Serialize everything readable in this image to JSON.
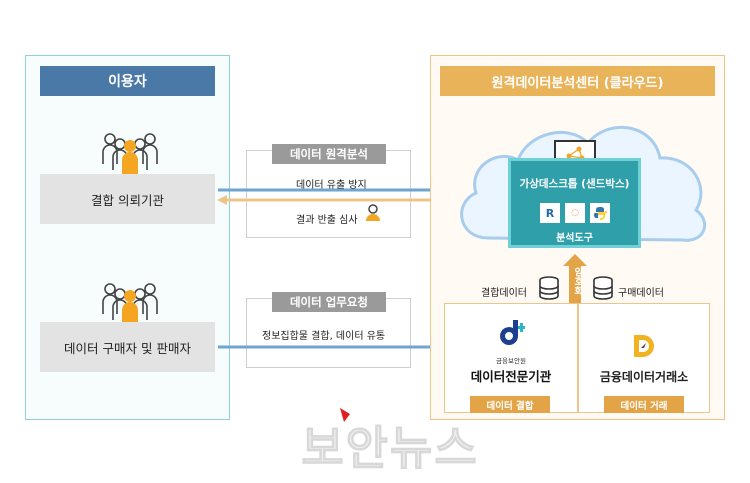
{
  "user_panel": {
    "header": "이용자",
    "requester": "결합 의뢰기관",
    "buyer_seller": "데이터 구매자 및 판매자"
  },
  "remote_analysis": {
    "tag": "데이터 원격분석",
    "line1": "데이터 유출 방지",
    "line2": "결과 반출 심사"
  },
  "work_request": {
    "tag": "데이터 업무요청",
    "line1": "정보집합물 결합, 데이터 유통"
  },
  "center": {
    "header": "원격데이터분석센터 (클라우드)",
    "sandbox_title": "가상데스크톱 (샌드박스)",
    "tools_label": "분석도구",
    "encryption_label": "암호화",
    "combined_data": "결합데이터",
    "purchased_data": "구매데이터",
    "org1_small": "금융보안원",
    "org1_name": "데이터전문기관",
    "org2_name": "금융데이터거래소",
    "tag_combine": "데이터 결합",
    "tag_trade": "데이터 거래"
  },
  "watermark": "보안뉴스",
  "colors": {
    "user_header": "#4a79a8",
    "center_header": "#e9b35a",
    "sandbox": "#2f9fa9",
    "arrow_blue": "#6fa6cf",
    "arrow_orange": "#f0c488",
    "tag_gray": "#9a9a9a"
  }
}
